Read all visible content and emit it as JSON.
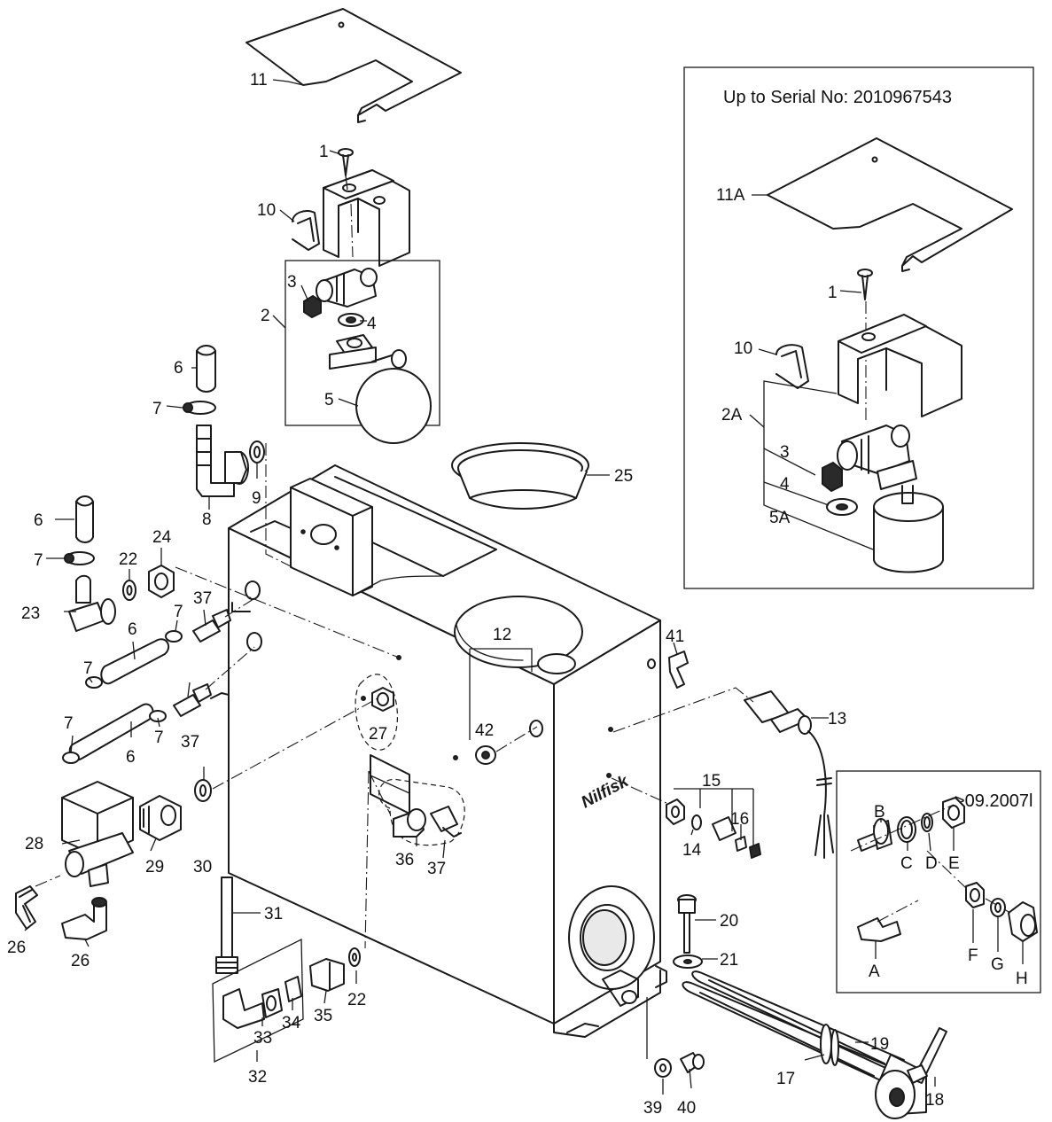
{
  "inset_main": {
    "title": "Up to Serial No: 2010967543"
  },
  "inset_small": {
    "title": ">09.2007l"
  },
  "brand": "Nilfisk",
  "labels": {
    "l11": "11",
    "l1": "1",
    "l10": "10",
    "l2": "2",
    "l3": "3",
    "l4": "4",
    "l5": "5",
    "l6a": "6",
    "l7a": "7",
    "l8": "8",
    "l9": "9",
    "l25": "25",
    "l6b": "6",
    "l7b": "7",
    "l22a": "22",
    "l24": "24",
    "l23": "23",
    "l7c": "7",
    "l37a": "37",
    "l7d": "7",
    "l6c": "6",
    "l7e": "7",
    "l7f": "7",
    "l37b": "37",
    "l6d": "6",
    "l12": "12",
    "l42": "42",
    "l27": "27",
    "l41": "41",
    "l13": "13",
    "l15": "15",
    "l16": "16",
    "l14": "14",
    "l28": "28",
    "l29": "29",
    "l30": "30",
    "l36": "36",
    "l37c": "37",
    "l26a": "26",
    "l26b": "26",
    "l31": "31",
    "l20": "20",
    "l21": "21",
    "l22b": "22",
    "l33": "33",
    "l34": "34",
    "l35": "35",
    "l32": "32",
    "l19": "19",
    "l17": "17",
    "l18": "18",
    "l39": "39",
    "l40": "40",
    "i11A": "11A",
    "i1": "1",
    "i10": "10",
    "i2A": "2A",
    "i3": "3",
    "i4": "4",
    "i5A": "5A",
    "sB": "B",
    "sC": "C",
    "sD": "D",
    "sE": "E",
    "sA": "A",
    "sF": "F",
    "sG": "G",
    "sH": "H"
  }
}
